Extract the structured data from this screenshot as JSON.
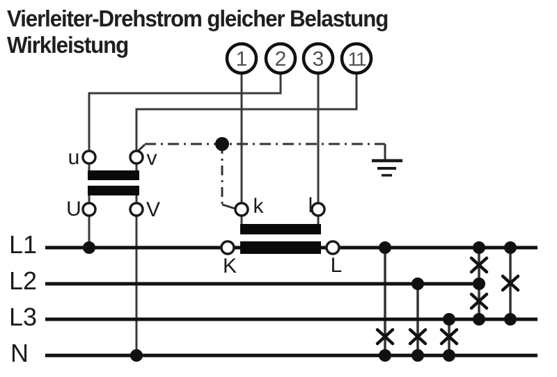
{
  "title": {
    "line1": "Vierleiter-Drehstrom gleicher Belastung",
    "line2": "Wirkleistung"
  },
  "meter_terminals": {
    "t1": "1",
    "t2": "2",
    "t3": "3",
    "t11": "11"
  },
  "voltage_transformer": {
    "sec_a": "u",
    "sec_b": "v",
    "pri_a": "U",
    "pri_b": "V"
  },
  "current_transformer": {
    "sec_k": "k",
    "sec_l": "l",
    "pri_K": "K",
    "pri_L": "L"
  },
  "bus": {
    "l1": "L1",
    "l2": "L2",
    "l3": "L3",
    "n": "N"
  },
  "colors": {
    "ink": "#111111",
    "wire": "#3a3a3a",
    "digit": "#4f4f4f",
    "background": "#ffffff"
  }
}
